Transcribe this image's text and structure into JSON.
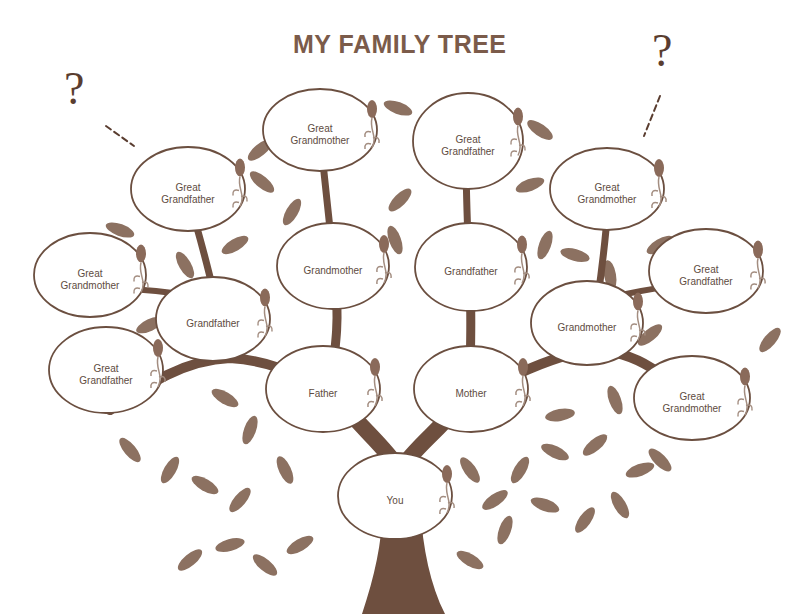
{
  "diagram": {
    "title": "MY FAMILY TREE",
    "nodes": [
      {
        "text": [
          "Great Grandmother"
        ]
      },
      {
        "text": [
          "Great Grandfather"
        ]
      },
      {
        "text": [
          "Great Grandfather"
        ]
      },
      {
        "text": [
          "Great Grandmother"
        ]
      },
      {
        "text": [
          "Great Grandmother"
        ]
      },
      {
        "text": [
          "Grandmother"
        ]
      },
      {
        "text": [
          "Grandfather"
        ]
      },
      {
        "text": [
          "Great Grandfather"
        ]
      },
      {
        "text": [
          "Grandfather"
        ]
      },
      {
        "text": [
          "Grandmother"
        ]
      },
      {
        "text": [
          "Great Grandfather"
        ]
      },
      {
        "text": [
          "Father"
        ]
      },
      {
        "text": [
          "Mother"
        ]
      },
      {
        "text": [
          "Great Grandmother"
        ]
      },
      {
        "text": [
          "You"
        ]
      }
    ],
    "labels": [
      "?",
      "?"
    ]
  }
}
